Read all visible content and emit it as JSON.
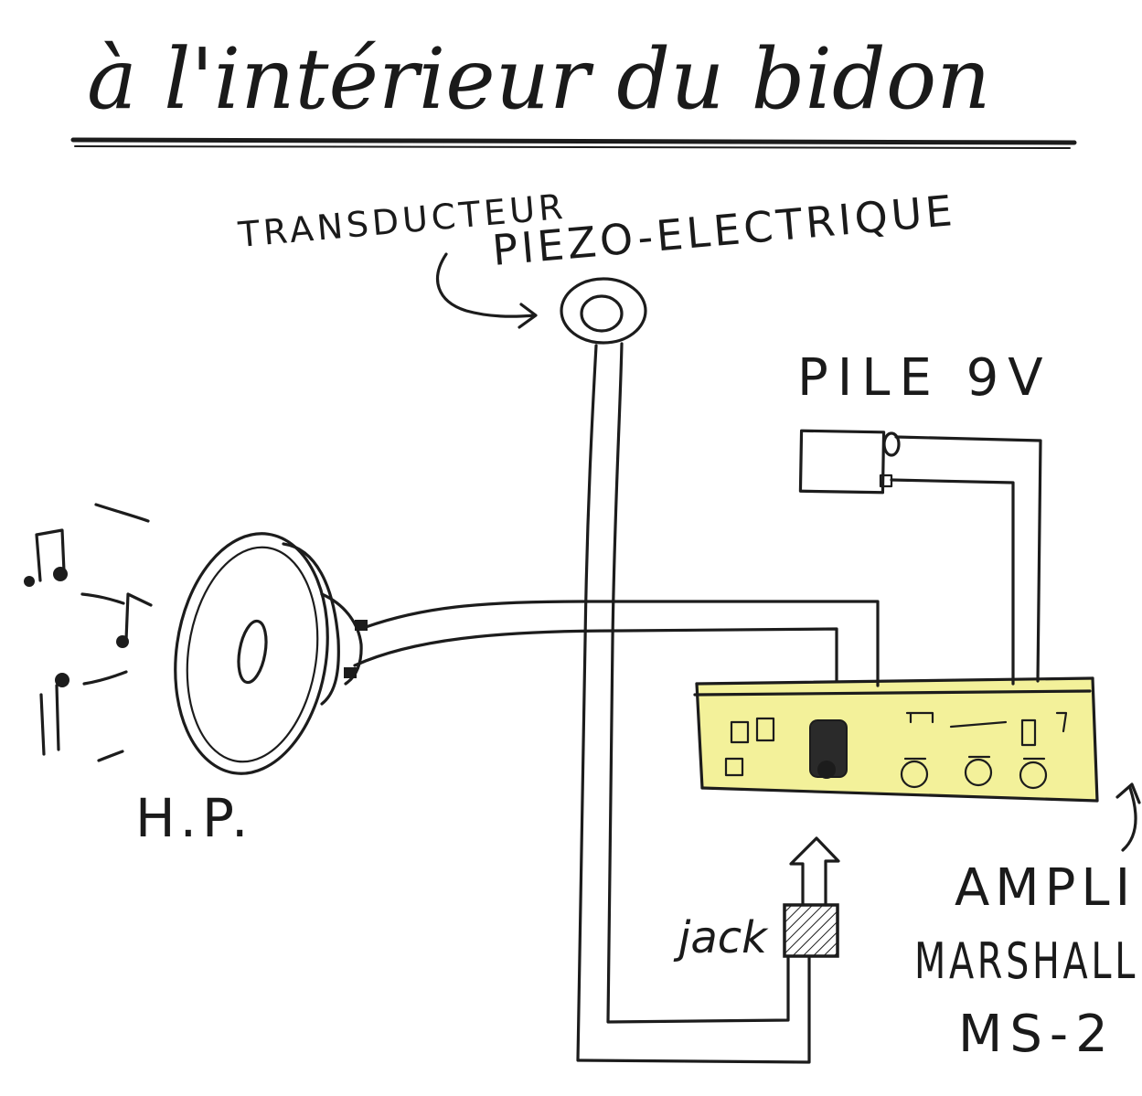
{
  "title": "à l'intérieur du bidon",
  "labels": {
    "transducer_line1": "TRANSDUCTEUR",
    "transducer_line2": "PIEZO-ELECTRIQUE",
    "battery": "PILE 9V",
    "speaker": "H.P.",
    "jack": "jack",
    "amp_line1": "AMPLI",
    "amp_line2": "MARSHALL",
    "amp_line3": "MS-2"
  },
  "colors": {
    "ink": "#1c1c1c",
    "amp_fill": "#f3f19a",
    "paper": "#ffffff"
  },
  "icons": {
    "transducer": "piezo-disc-icon",
    "speaker": "loudspeaker-icon",
    "battery": "battery-9v-icon",
    "amplifier": "amplifier-board-icon",
    "jack": "jack-plug-icon",
    "notes": "music-notes-icon"
  }
}
